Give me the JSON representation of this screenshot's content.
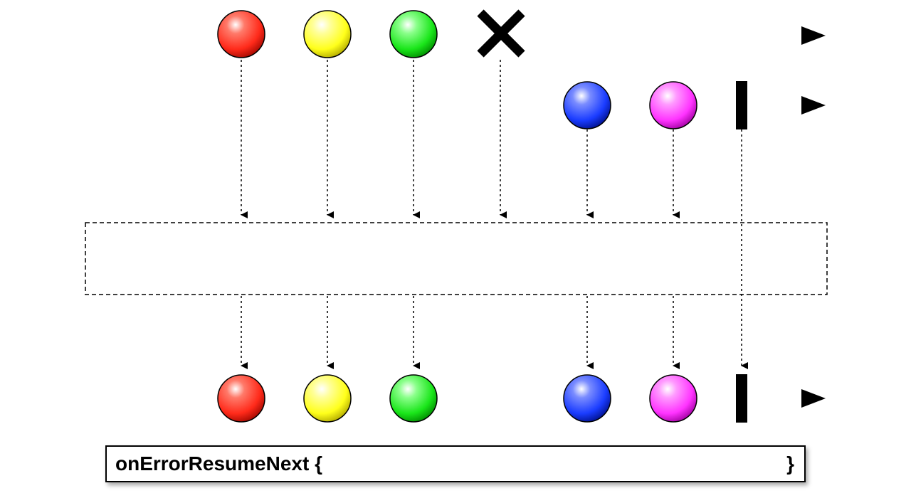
{
  "operator": {
    "name_open": "onErrorResumeNext {",
    "close_brace": "}"
  },
  "colors": {
    "red": "#ff2a1a",
    "yellow": "#ffff1a",
    "green": "#1ae61a",
    "blue": "#1a3cff",
    "magenta": "#ff33ff"
  },
  "source": {
    "marbles": [
      "red",
      "yellow",
      "green"
    ],
    "terminates_with": "error"
  },
  "resume": {
    "marbles": [
      "blue",
      "magenta"
    ],
    "terminates_with": "completion"
  },
  "output": {
    "marbles": [
      "red",
      "yellow",
      "green",
      "blue",
      "magenta"
    ],
    "terminates_with": "completion"
  }
}
